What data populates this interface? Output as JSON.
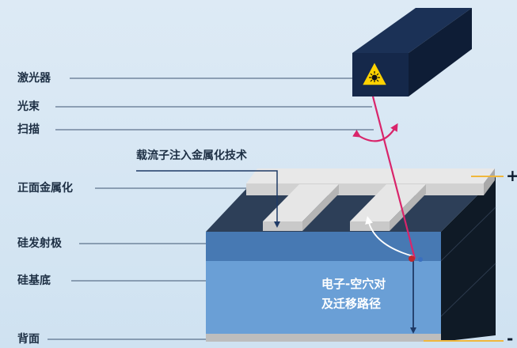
{
  "labels": {
    "laser": "激光器",
    "beam": "光束",
    "scan": "扫描",
    "carrier_tech": "载流子注入金属化技术",
    "front_metal": "正面金属化",
    "emitter": "硅发射极",
    "substrate": "硅基底",
    "back": "背面"
  },
  "inside_text": {
    "line1": "电子-空穴对",
    "line2": "及迁移路径"
  },
  "poles": {
    "positive": "+",
    "negative": "-"
  },
  "colors": {
    "background": "#d6e6f3",
    "laser_box": "#15284a",
    "beam": "#d9256b",
    "emitter": "#4779b3",
    "substrate": "#6a9fd6",
    "metal": "#e6e6e6",
    "dark_layer": "#2d3f58",
    "side": "#0f1a26",
    "back_strip": "#bdbdbd",
    "pole_lines": "#f0b73c",
    "dot": "#c0272d"
  },
  "icons": [
    "laser-warning-icon"
  ]
}
